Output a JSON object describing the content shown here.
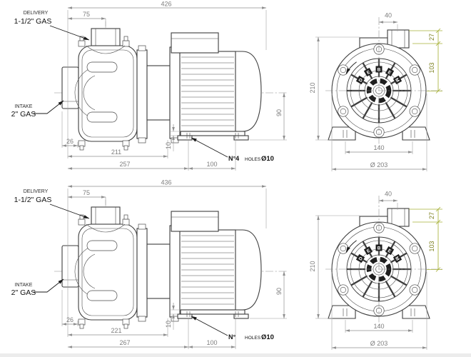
{
  "page": {
    "background": "#ffffff"
  },
  "colors": {
    "line": "#3d3d3d",
    "dimension": "#8f8f8f",
    "dimension_text": "#7e7e7e",
    "accent_dimension": "#a9b23a",
    "accent_dimension_text": "#7b7f1e",
    "note_text": "#111111"
  },
  "front_letters": [
    "D",
    "E",
    "B",
    "E",
    "M"
  ],
  "drawings": [
    {
      "name": "pump-variant-1",
      "labels": {
        "delivery_line1": "DELIVERY",
        "delivery_line2": "1-1/2\" GAS",
        "intake_line1": "INTAKE",
        "intake_line2": "2\" GAS",
        "holes_prefix": "N°4",
        "holes_word": "HOLES",
        "holes_dia": "Ø10"
      },
      "dims": {
        "overall_length": "426",
        "delivery_offset": "75",
        "intake_depth": "26",
        "pump_length": "211",
        "base_length": "257",
        "foot_hole_span": "100",
        "foot_plate_thickness": "10",
        "shaft_height": "90",
        "port_offset": "40",
        "port_height": "27",
        "port_to_axis": "103",
        "overall_height": "210",
        "foot_spacing": "140",
        "casing_diameter": "Ø 203"
      }
    },
    {
      "name": "pump-variant-2",
      "labels": {
        "delivery_line1": "DELIVERY",
        "delivery_line2": "1-1/2\" GAS",
        "intake_line1": "INTAKE",
        "intake_line2": "2\" GAS",
        "holes_prefix": "N°",
        "holes_word": "HOLES",
        "holes_dia": "Ø10"
      },
      "dims": {
        "overall_length": "436",
        "delivery_offset": "75",
        "intake_depth": "26",
        "pump_length": "221",
        "base_length": "267",
        "foot_hole_span": "100",
        "foot_plate_thickness": "10",
        "shaft_height": "90",
        "port_offset": "40",
        "port_height": "27",
        "port_to_axis": "103",
        "overall_height": "210",
        "foot_spacing": "140",
        "casing_diameter": "Ø 203"
      }
    }
  ]
}
